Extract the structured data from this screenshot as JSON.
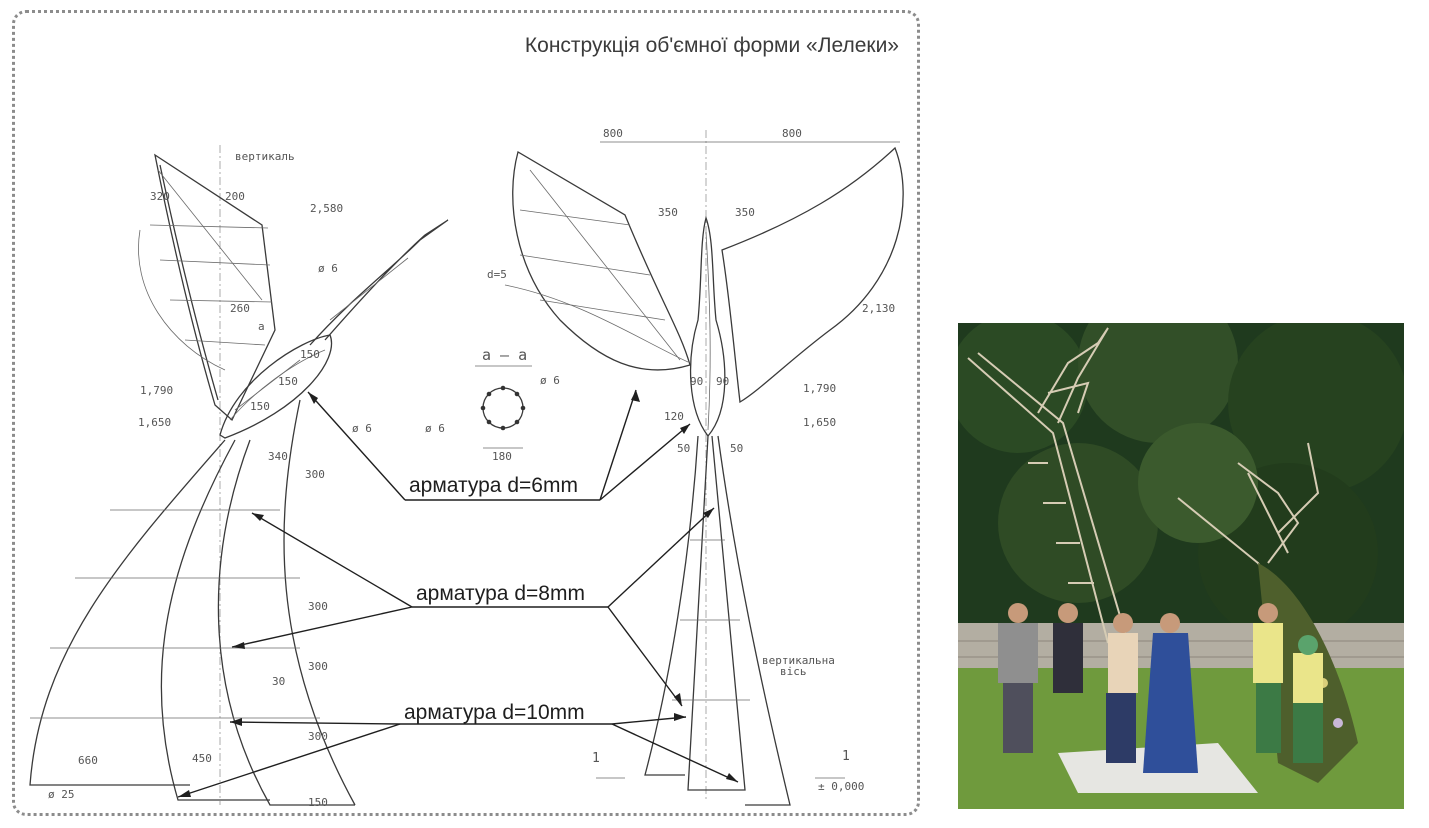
{
  "title": "Конструкція об'ємної форми «Лелеки»",
  "callouts": {
    "rebar_6": "арматура d=6mm",
    "rebar_8": "арматура d=8mm",
    "rebar_10": "арматура d=10mm"
  },
  "side_view": {
    "vertical_label": "вертикаль",
    "dims": [
      "320",
      "200",
      "260",
      "2,580",
      "ø 6",
      "1,790",
      "1,650",
      "ø 6",
      "340",
      "300",
      "300",
      "300",
      "30",
      "300",
      "450",
      "660",
      "ø 25",
      "150",
      "a",
      "150",
      "150",
      "150"
    ]
  },
  "section": {
    "label": "a — a",
    "dims": [
      "ø 6",
      "ø 6",
      "180"
    ]
  },
  "front_view": {
    "dims": [
      "800",
      "800",
      "350",
      "350",
      "d=5",
      "2,130",
      "1,790",
      "1,650",
      "90",
      "90",
      "120",
      "50",
      "50",
      "1",
      "1",
      "± 0,000"
    ],
    "vertical_axis_label_1": "вертикальна",
    "vertical_axis_label_2": "вісь"
  },
  "colors": {
    "frame": "#8c8c8c",
    "ink": "#3a3a3a",
    "foliage": "#1f3a1e",
    "lawn": "#6f9a3d"
  }
}
